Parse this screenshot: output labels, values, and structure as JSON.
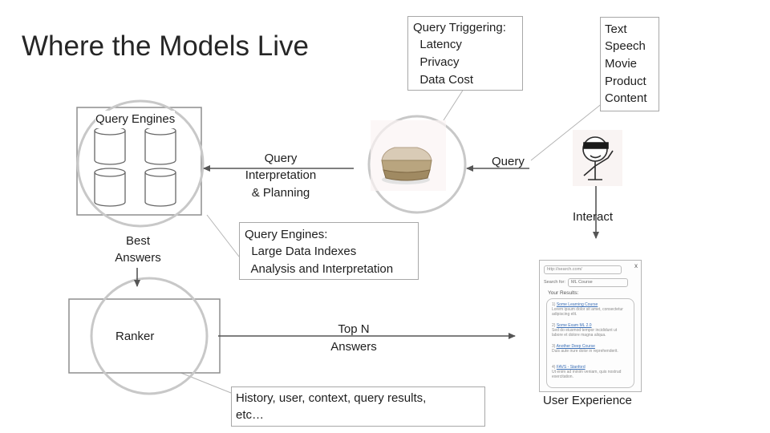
{
  "title": "Where the Models Live",
  "callouts": {
    "triggering": [
      "Query Triggering:",
      "  Latency",
      "  Privacy",
      "  Data Cost"
    ],
    "content_types": [
      "Text",
      "Speech",
      "Movie",
      "Product",
      "Content"
    ],
    "engines": [
      "Query Engines:",
      "  Large Data Indexes",
      "  Analysis and Interpretation"
    ],
    "history": [
      "History, user, context, query results,",
      "etc…"
    ]
  },
  "labels": {
    "query_engines": "Query Engines",
    "interpretation": [
      "Query",
      "Interpretation",
      "& Planning"
    ],
    "query": "Query",
    "interact": "Interact",
    "best_answers": [
      "Best",
      "Answers"
    ],
    "ranker": "Ranker",
    "top_n": [
      "Top N",
      "Answers"
    ],
    "user_experience": "User Experience"
  },
  "browser_mockup": {
    "url": "http://search.com/",
    "close": "x",
    "search_label": "Search for:",
    "search_value": "ML Course",
    "results_heading": "Your Results:",
    "results": [
      {
        "num": "1)",
        "link": "Some Learning Course",
        "desc": "Lorem ipsum dolor sit amet, consectetur adipiscing elit."
      },
      {
        "num": "2)",
        "link": "Some Exam ML 2.0",
        "desc": "Sed do eiusmod tempor incididunt ut labore et dolore magna aliqua."
      },
      {
        "num": "3)",
        "link": "Another Deep Course",
        "desc": "Duis aute irure dolor in reprehenderit."
      },
      {
        "num": "4)",
        "link": "FAVS - Stanford",
        "desc": "Ut enim ad minim veniam, quis nostrud exercitation."
      }
    ]
  },
  "colors": {
    "line": "#9a9a9a",
    "arrow": "#555555",
    "circle": "#c4c4c4",
    "text": "#1e1e1e"
  },
  "icons": [
    "database-icon",
    "processor-chip-icon",
    "user-avatar-icon",
    "browser-search-results-icon"
  ]
}
